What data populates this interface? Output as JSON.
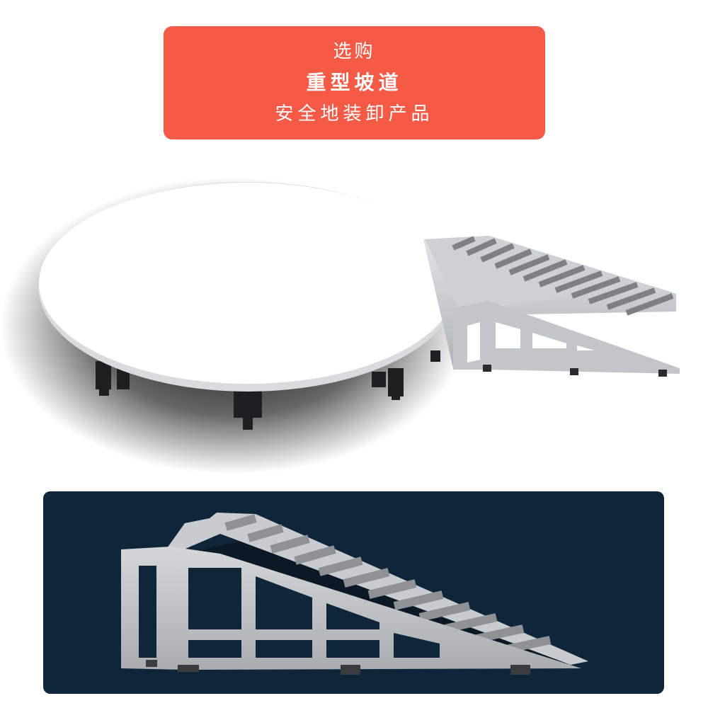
{
  "banner": {
    "line1": "选购",
    "line2": "重型坡道",
    "line3": "安全地装卸产品"
  },
  "colors": {
    "banner_bg": "#f55a47",
    "bottom_panel_bg": "#0f2539",
    "ramp_metal": "#c9cdd1",
    "ramp_grip": "#8e9296"
  }
}
